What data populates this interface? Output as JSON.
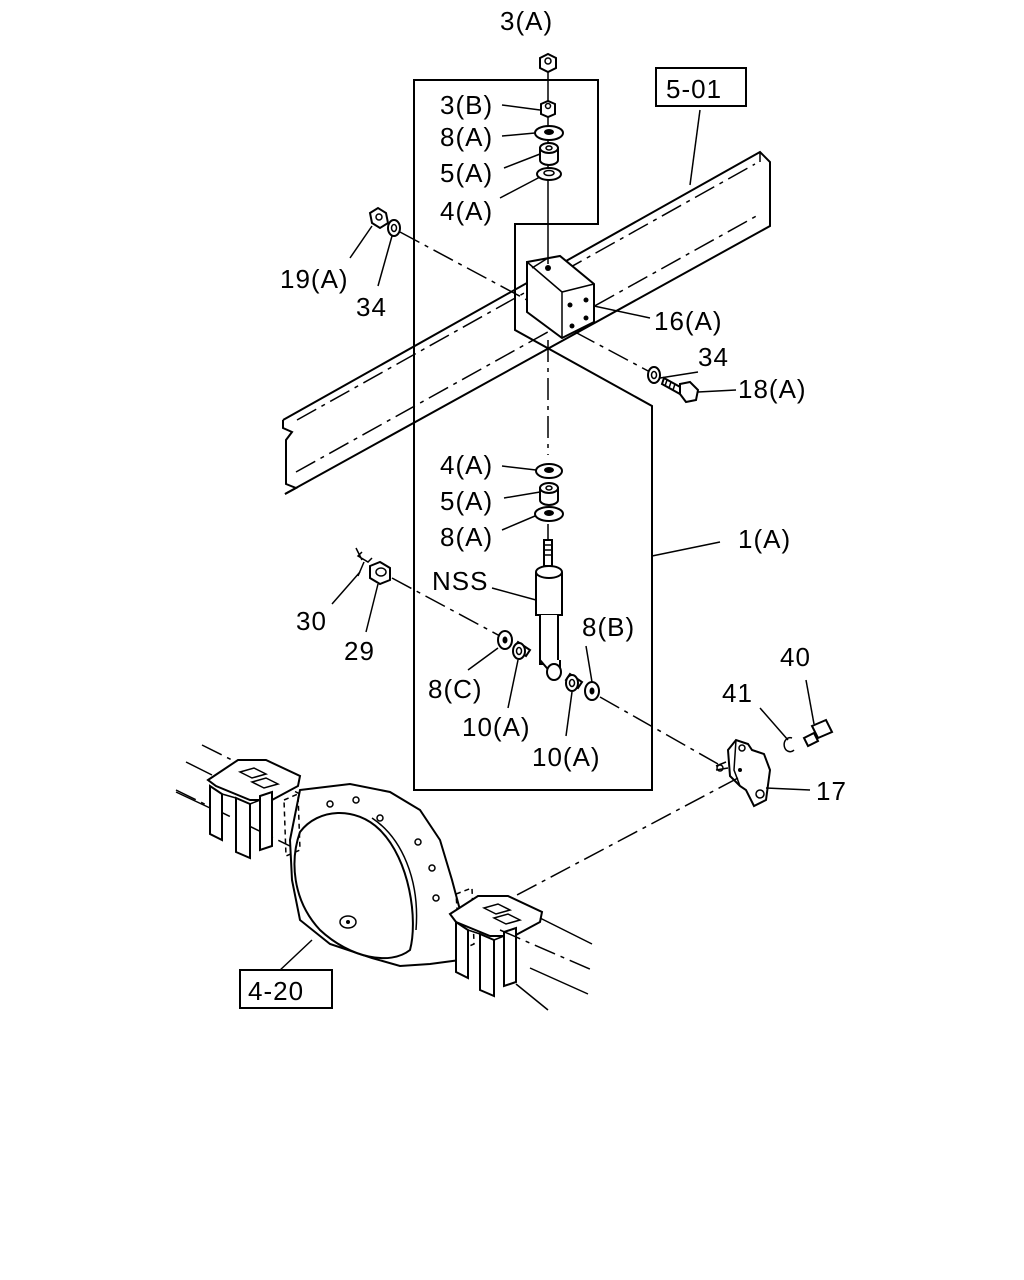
{
  "labels": {
    "nut_3a": "3(A)",
    "nut_3b": "3(B)",
    "washer_8a_top": "8(A)",
    "bush_5a_top": "5(A)",
    "washer_4a_top": "4(A)",
    "nut_19a": "19(A)",
    "washer_34_left": "34",
    "bracket_16a": "16(A)",
    "washer_34_right": "34",
    "bolt_18a": "18(A)",
    "washer_4a_bot": "4(A)",
    "bush_5a_bot": "5(A)",
    "washer_8a_bot": "8(A)",
    "absorber_1a": "1(A)",
    "nss": "NSS",
    "pin_30": "30",
    "nut_29": "29",
    "washer_8b": "8(B)",
    "washer_8c": "8(C)",
    "bush_10a_left": "10(A)",
    "bush_10a_right": "10(A)",
    "washer_41": "41",
    "bolt_40": "40",
    "bracket_17": "17"
  },
  "refs": {
    "frame": "5-01",
    "axle": "4-20"
  }
}
